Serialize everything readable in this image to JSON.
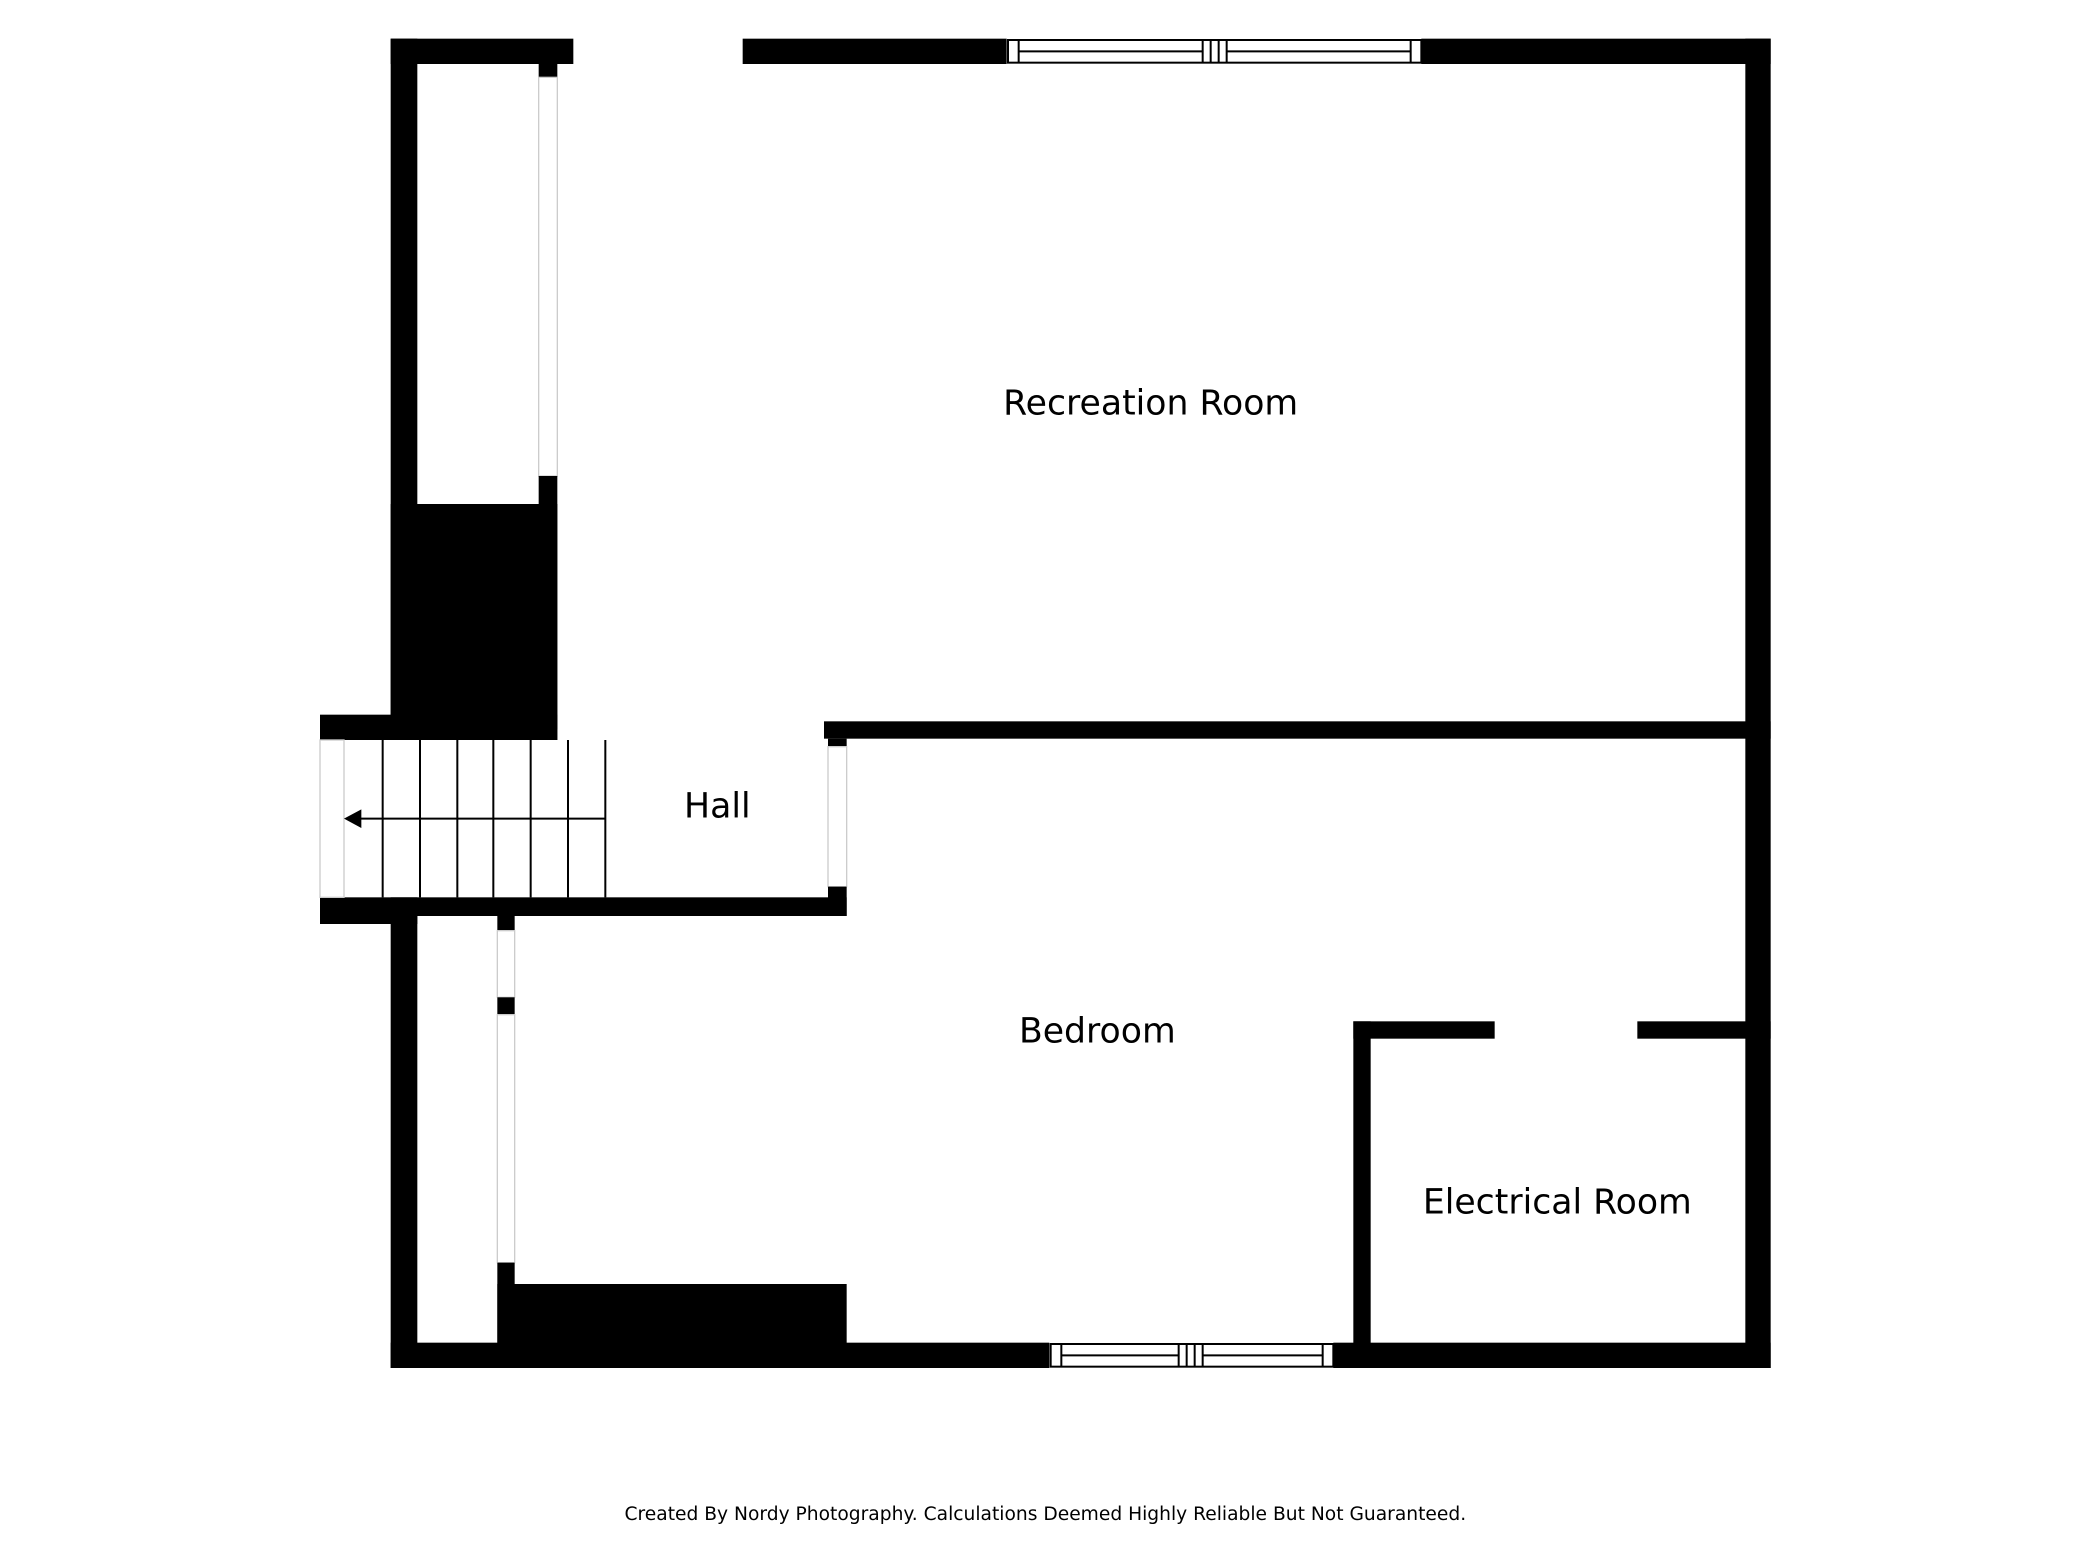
{
  "rooms": {
    "recreation": "Recreation Room",
    "hall": "Hall",
    "bedroom": "Bedroom",
    "electrical": "Electrical Room"
  },
  "footer": "Created By Nordy Photography. Calculations Deemed Highly Reliable But Not Guaranteed.",
  "colors": {
    "wall": "#000000",
    "background": "#ffffff"
  }
}
